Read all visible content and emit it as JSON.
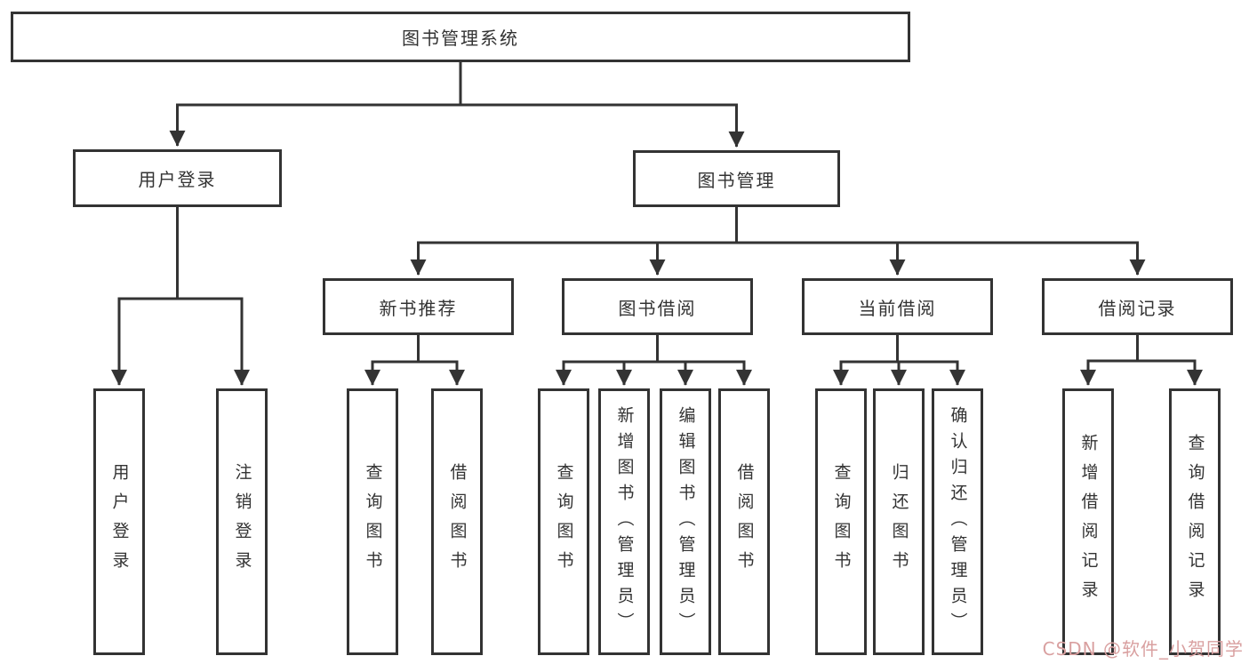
{
  "diagram": {
    "type": "hierarchy-tree",
    "tree": {
      "root": {
        "label": "图书管理系统"
      },
      "branches": [
        {
          "label": "用户登录",
          "children": [
            {
              "label": "用户登录"
            },
            {
              "label": "注销登录"
            }
          ]
        },
        {
          "label": "图书管理",
          "children": [
            {
              "label": "新书推荐",
              "children": [
                {
                  "label": "查询图书"
                },
                {
                  "label": "借阅图书"
                }
              ]
            },
            {
              "label": "图书借阅",
              "children": [
                {
                  "label": "查询图书"
                },
                {
                  "label": "新增图书（管理员）"
                },
                {
                  "label": "编辑图书（管理员）"
                },
                {
                  "label": "借阅图书"
                }
              ]
            },
            {
              "label": "当前借阅",
              "children": [
                {
                  "label": "查询图书"
                },
                {
                  "label": "归还图书"
                },
                {
                  "label": "确认归还（管理员）"
                }
              ]
            },
            {
              "label": "借阅记录",
              "children": [
                {
                  "label": "新增借阅记录"
                },
                {
                  "label": "查询借阅记录"
                }
              ]
            }
          ]
        }
      ]
    },
    "colors": {
      "line": "#333333",
      "box_border": "#333333",
      "text": "#333333",
      "background": "#ffffff",
      "watermark": "#d9a0a0"
    }
  },
  "watermark": {
    "text": "CSDN @软件_小贺同学"
  }
}
